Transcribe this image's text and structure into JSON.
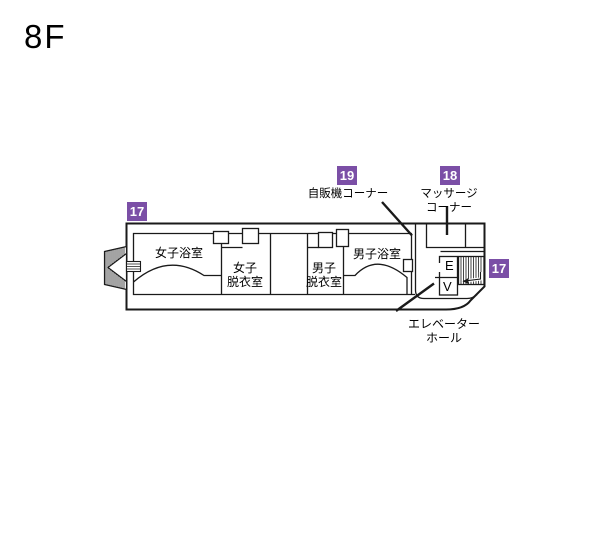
{
  "page": {
    "title": "8F"
  },
  "colors": {
    "badge": "#7B4FA6",
    "badge_text": "#FFFFFF",
    "line": "#1A1A1A"
  },
  "badges": [
    {
      "id": "left-17",
      "number": "17"
    },
    {
      "id": "vending-19",
      "number": "19"
    },
    {
      "id": "massage-18",
      "number": "18"
    },
    {
      "id": "right-17",
      "number": "17"
    }
  ],
  "labels": {
    "vending_corner": "自販機コーナー",
    "massage_corner_line1": "マッサージ",
    "massage_corner_line2": "コーナー",
    "elevator_hall_line1": "エレベーター",
    "elevator_hall_line2": "ホール",
    "womens_bath": "女子浴室",
    "womens_dressing_line1": "女子",
    "womens_dressing_line2": "脱衣室",
    "mens_dressing_line1": "男子",
    "mens_dressing_line2": "脱衣室",
    "mens_bath": "男子浴室",
    "elevator_letter_e": "E",
    "elevator_letter_v": "V"
  }
}
